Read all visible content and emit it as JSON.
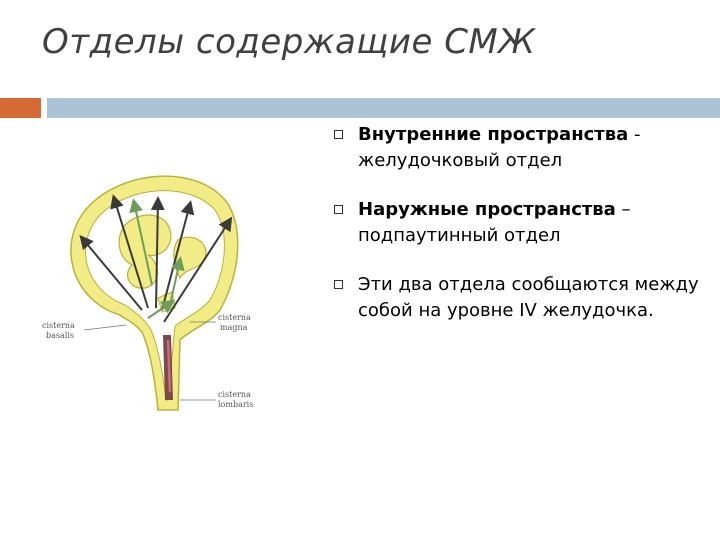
{
  "title": "Отделы содержащие СМЖ",
  "accent_colors": {
    "orange": "#d56a35",
    "blue": "#a9c2d4",
    "csf_yellow": "#f2ec86"
  },
  "bullets": [
    {
      "lead": "Внутренние пространства",
      "rest": " -",
      "line2": "желудочковый отдел"
    },
    {
      "lead": "Наружные пространства",
      "rest": " –",
      "line2": "подпаутинный отдел"
    },
    {
      "text": "Эти два отдела сообщаются между собой на уровне IV желудочка."
    }
  ],
  "diagram": {
    "labels": {
      "basal_1": "cisterna",
      "basal_2": "basalis",
      "magna_1": "cisterna",
      "magna_2": "magna",
      "lumbar_1": "cisterna",
      "lumbar_2": "lombaris"
    }
  }
}
